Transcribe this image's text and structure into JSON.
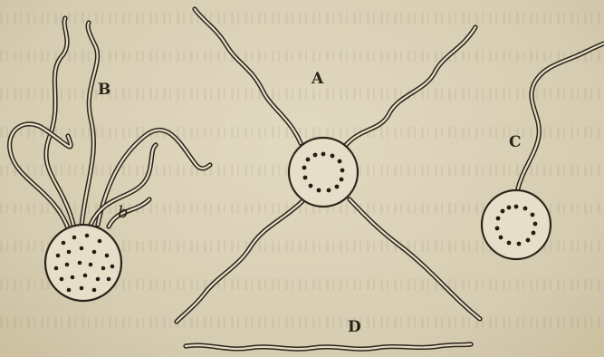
{
  "figure": {
    "labels": {
      "A": "A",
      "B": "B",
      "C": "C",
      "D": "D",
      "b": "b"
    },
    "colors": {
      "paper": "#d8cfb6",
      "ink": "#2b251a"
    }
  }
}
